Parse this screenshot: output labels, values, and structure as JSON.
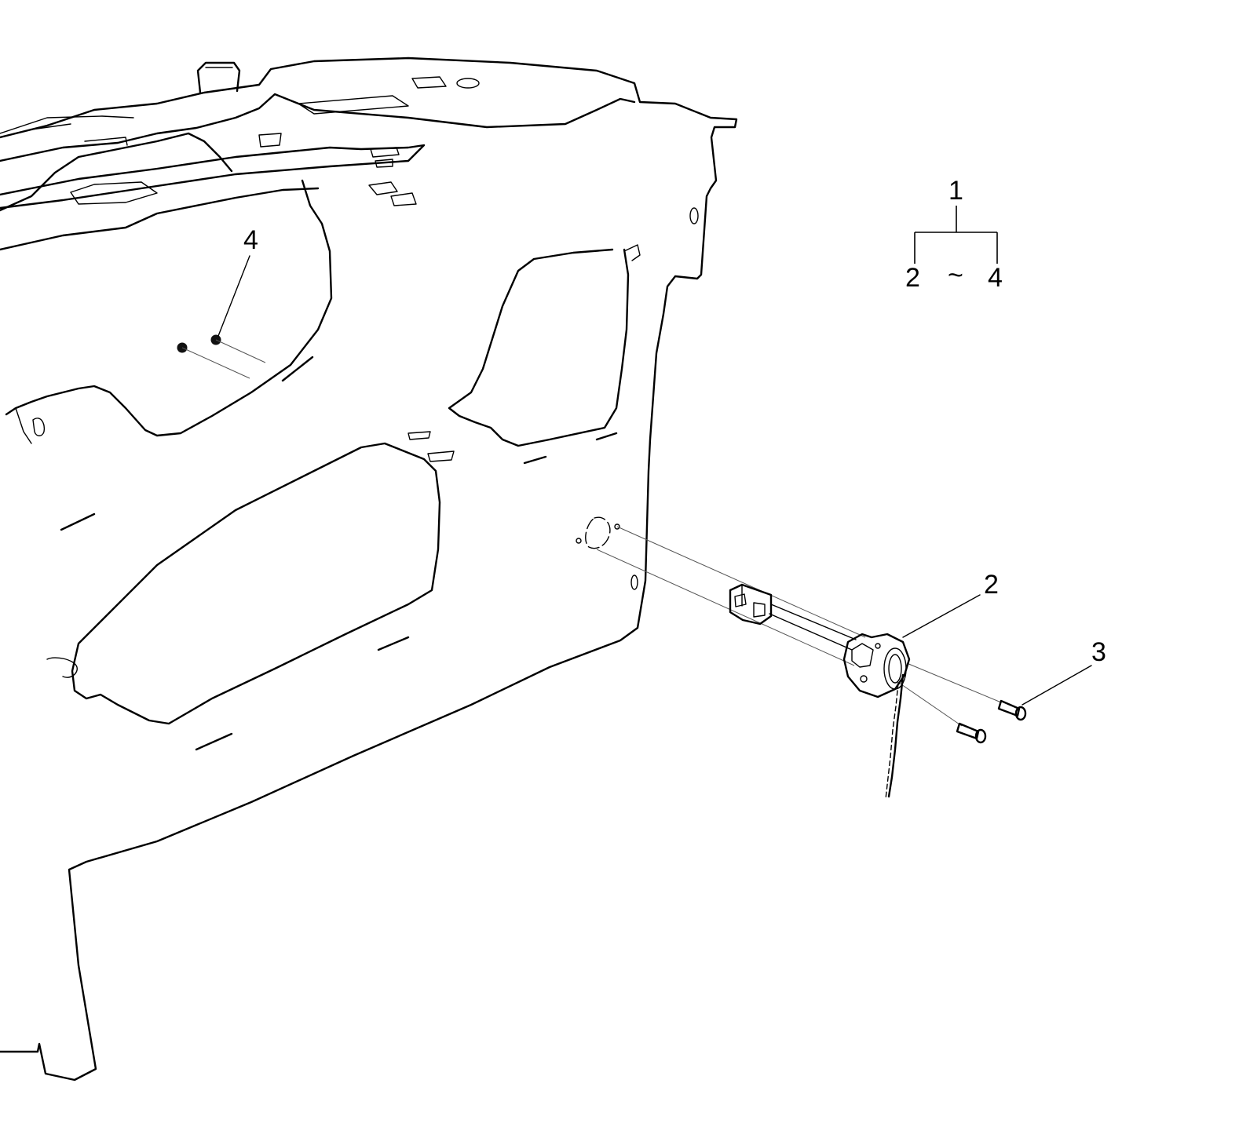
{
  "diagram": {
    "callouts": {
      "assembly": "1",
      "range_start": "2",
      "range_separator": "~",
      "range_end": "4",
      "sensor_unit": "2",
      "screw": "3",
      "nut": "4"
    }
  }
}
